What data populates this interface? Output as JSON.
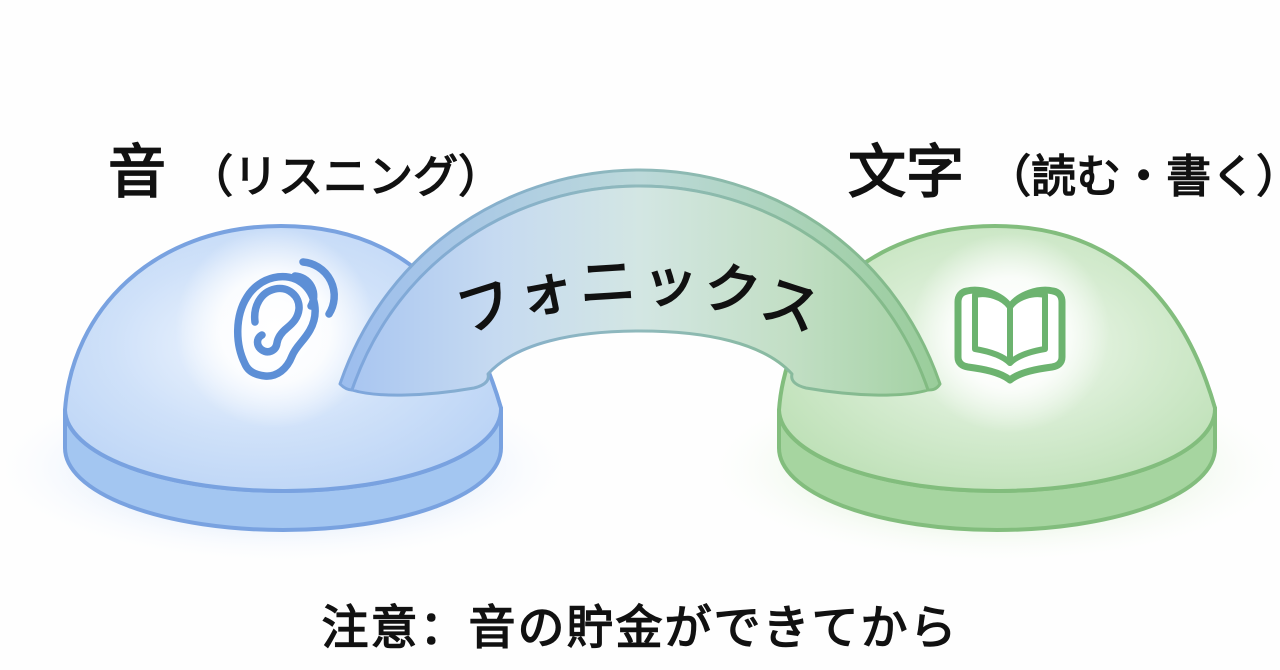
{
  "diagram": {
    "left_mound": {
      "label_main": "音",
      "label_sub": "（リスニング）",
      "icon": "ear-with-sound-waves",
      "colors": {
        "top": "#cfe1f9",
        "top_light": "#f3f8ff",
        "side": "#a3c6f1",
        "outline": "#79a2e0",
        "icon": "#5d8fd6",
        "glow": "#cfe0fa"
      }
    },
    "right_mound": {
      "label_main": "文字",
      "label_sub": "（読む・書く）",
      "icon": "open-book",
      "colors": {
        "top": "#d4ebcf",
        "top_light": "#f4fbf2",
        "side": "#a6d5a0",
        "outline": "#82bd7d",
        "icon": "#6cb36f",
        "glow": "#d3ecca"
      }
    },
    "bridge": {
      "label": "フォニックス",
      "colors": {
        "left": "#aac7f1",
        "middle": "#d3e6e3",
        "right": "#a6d2a4",
        "outline_left": "#7ea6dd",
        "outline_right": "#82bb82"
      }
    },
    "footer": {
      "note": "注意：音の貯金ができてから"
    },
    "text_color": "#111111"
  }
}
